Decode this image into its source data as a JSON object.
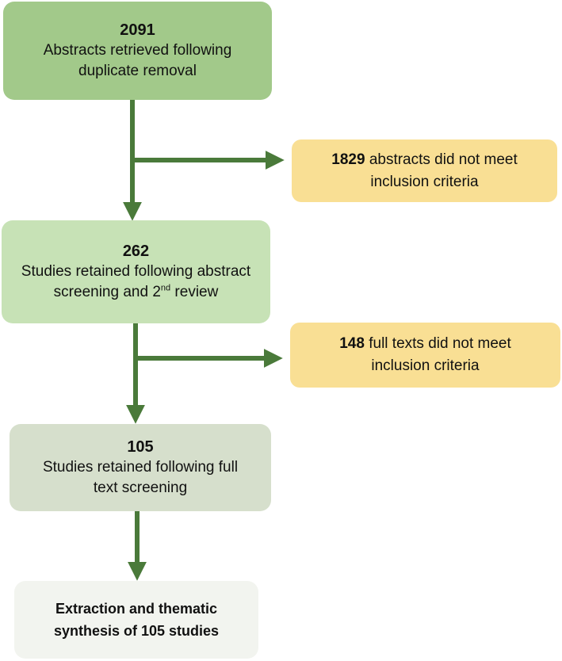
{
  "stage1": {
    "count": "2091",
    "text": "Abstracts retrieved following duplicate removal"
  },
  "exclusion1": {
    "count": "1829",
    "text": "abstracts did not meet inclusion criteria"
  },
  "stage2": {
    "count": "262",
    "text_before": "Studies retained following abstract screening and 2",
    "superscript": "nd",
    "text_after": " review"
  },
  "exclusion2": {
    "count": "148",
    "text": "full texts did not meet inclusion criteria"
  },
  "stage3": {
    "count": "105",
    "text": "Studies retained following full text screening"
  },
  "stage4": {
    "text": "Extraction and thematic synthesis of 105 studies"
  },
  "colors": {
    "stage1": "#a2c98a",
    "stage2": "#c7e2b6",
    "stage3": "#d6dfcc",
    "stage4": "#f2f4ef",
    "exclusion": "#f9df94",
    "arrow": "#4a7a3a"
  }
}
